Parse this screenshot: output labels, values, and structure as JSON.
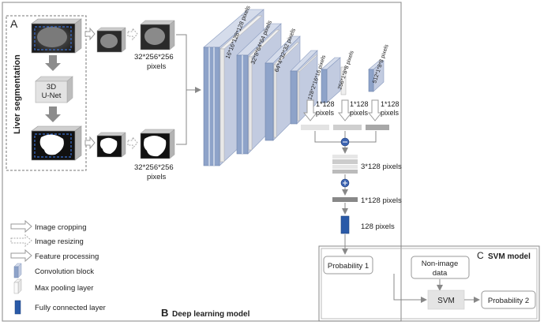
{
  "panels": {
    "a_label": "A",
    "b_label": "B",
    "b_title": "Deep learning model",
    "c_label": "C",
    "c_title": "SVM model"
  },
  "liver_seg": {
    "title": "Liver segmentation",
    "unet_line1": "3D",
    "unet_line2": "U-Net"
  },
  "inputs": {
    "top_size_line1": "32*256*256",
    "top_size_line2": "pixels",
    "bottom_size_line1": "32*256*256",
    "bottom_size_line2": "pixels"
  },
  "cnn_blocks": [
    "16*16*128*128 pixels",
    "32*8*64*64 pixels",
    "64*4*32*32 pixels",
    "128*2*16*16 pixels",
    "256*1*8*8 pixels",
    "512*1*8*8 pixels"
  ],
  "features": {
    "f1_line1": "1*128",
    "f1_line2": "pixels",
    "f2_line1": "1*128",
    "f2_line2": "pixels",
    "f3_line1": "1*128",
    "f3_line2": "pixels",
    "concat_label": "3*128 pixels",
    "reduced_label": "1*128 pixels",
    "fc_label": "128 pixels"
  },
  "svm": {
    "prob1": "Probability 1",
    "nonimage_line1": "Non-image",
    "nonimage_line2": "data",
    "svm": "SVM",
    "prob2": "Probability 2"
  },
  "legend": {
    "image_cropping": "Image cropping",
    "image_resizing": "Image resizing",
    "feature_processing": "Feature processing",
    "convolution_block": "Convolution block",
    "max_pooling_layer": "Max pooling layer",
    "fully_connected_layer": "Fully connected layer"
  },
  "colors": {
    "conv_blue": "#8ea3c9",
    "fc_blue": "#2a5aa8",
    "pool_gray": "#e6e6e6",
    "op_circle": "#3a62b0"
  }
}
